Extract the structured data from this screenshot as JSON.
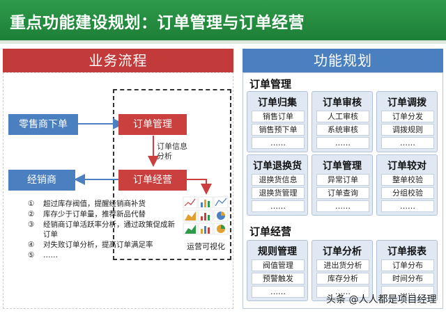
{
  "header": {
    "title": "重点功能建设规划：订单管理与订单经营"
  },
  "left": {
    "title": "业务流程",
    "retailer": "零售商下单",
    "order_mgmt": "订单管理",
    "distributor": "经销商",
    "order_ops": "订单经营",
    "flow_note_1": "订单信息",
    "flow_note_2": "分析",
    "viz_label": "运营可视化",
    "notes": [
      {
        "num": "①",
        "text": "超过库存阀值，提醒经销商补货"
      },
      {
        "num": "②",
        "text": "库存少于订单量，推荐新品代替"
      },
      {
        "num": "③",
        "text": "经销商订单活跃率分析，通过政策促成新订单"
      },
      {
        "num": "④",
        "text": "对失败订单分析，提高订单满足率"
      },
      {
        "num": "⑤",
        "text": "……"
      }
    ]
  },
  "right": {
    "title": "功能规划",
    "section1": "订单管理",
    "section2": "订单经营",
    "cards": [
      {
        "title": "订单归集",
        "items": [
          "销售订单",
          "销售预下单",
          "……"
        ]
      },
      {
        "title": "订单审核",
        "items": [
          "人工审核",
          "系统审核",
          "……"
        ]
      },
      {
        "title": "订单调拨",
        "items": [
          "订单分发",
          "调拨规则",
          "……"
        ]
      },
      {
        "title": "订单退换货",
        "items": [
          "退换货信息",
          "退换货管理",
          "……"
        ]
      },
      {
        "title": "订单管理",
        "items": [
          "异常订单",
          "订单查询",
          "……"
        ]
      },
      {
        "title": "订单较对",
        "items": [
          "整单校验",
          "分组校验",
          "……"
        ]
      },
      {
        "title": "规则管理",
        "items": [
          "阀值管理",
          "预警触发",
          "……"
        ]
      },
      {
        "title": "订单分析",
        "items": [
          "进出货分析",
          "库存分析",
          "……"
        ]
      },
      {
        "title": "订单报表",
        "items": [
          "订单分布",
          "时间分布",
          "……"
        ]
      }
    ]
  },
  "watermark": "头条 @人人都是项目经理",
  "colors": {
    "header_green": "#1d7f37",
    "flow_blue": "#4a7fc0",
    "flow_red": "#c9403e",
    "card_bg": "#dfe8f3"
  }
}
